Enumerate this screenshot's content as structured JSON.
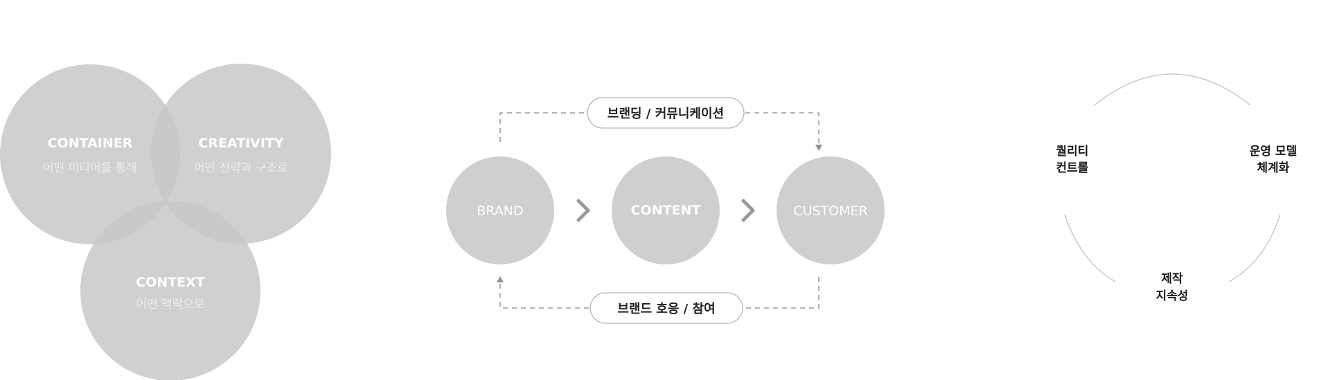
{
  "venn": {
    "container": {
      "title": "CONTAINER",
      "subtitle": "어떤 미디어를 통해"
    },
    "creativity": {
      "title": "CREATIVITY",
      "subtitle": "어떤 전략과 구조로"
    },
    "context": {
      "title": "CONTEXT",
      "subtitle": "어떤 맥락으로"
    }
  },
  "flow": {
    "top_label": "브랜딩 / 커뮤니케이션",
    "bottom_label": "브랜드 호응 / 참여",
    "nodes": [
      {
        "label": "BRAND"
      },
      {
        "label": "CONTENT"
      },
      {
        "label": "CUSTOMER"
      }
    ]
  },
  "cycle": {
    "left": {
      "line1": "퀄리티",
      "line2": "컨트롤"
    },
    "right": {
      "line1": "운영 모델",
      "line2": "체계화"
    },
    "bottom": {
      "line1": "제작",
      "line2": "지속성"
    }
  },
  "colors": {
    "circle": "#c8c8c8",
    "node": "#cfcfcf",
    "arrow": "#9a9a9a",
    "dash": "#9a9a9a",
    "pill_border": "#b5b5b5",
    "arc": "#c9c9c9"
  }
}
